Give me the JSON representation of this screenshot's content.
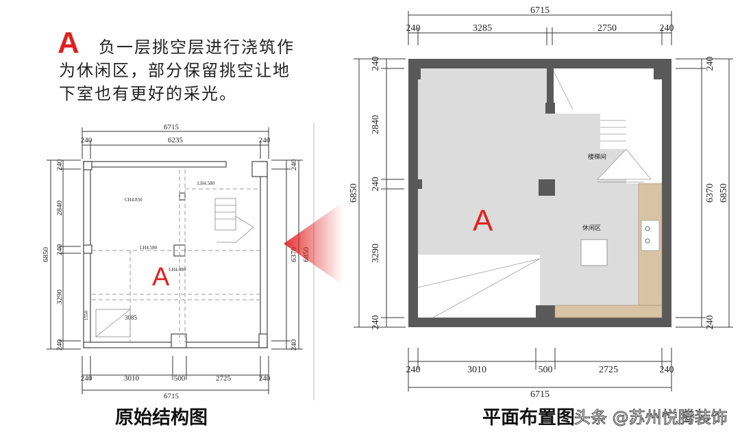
{
  "description": {
    "marker": "A",
    "lines": [
      "负一层挑空层进行浇筑作",
      "为休闲区，部分保留挑空让地",
      "下室也有更好的采光。"
    ]
  },
  "left_plan": {
    "title": "原始结构图",
    "marker": "A",
    "dims_top": [
      "6715",
      "240",
      "6235",
      "240"
    ],
    "dims_bottom": [
      "240",
      "3010",
      "500",
      "2725",
      "240",
      "6715"
    ],
    "dims_left": [
      "6850",
      "240",
      "2840",
      "240",
      "3290",
      "240"
    ],
    "dims_right": [
      "240",
      "6370",
      "6850",
      "240"
    ],
    "level_labels": [
      "LH4.580",
      "CH4.850",
      "LH4.580",
      "LH4.480"
    ],
    "inner_dims": [
      "3085",
      "1550"
    ]
  },
  "right_plan": {
    "title": "平面布置图",
    "marker": "A",
    "dims_top": [
      "6715",
      "240",
      "3285",
      "2750",
      "240"
    ],
    "dims_bottom": [
      "240",
      "3010",
      "500",
      "2725",
      "240",
      "6715"
    ],
    "dims_left": [
      "6850",
      "240",
      "2840",
      "240",
      "3290",
      "240"
    ],
    "dims_right": [
      "240",
      "6370",
      "6850",
      "240"
    ],
    "room_stair": "楼梯间",
    "room_leisure": "休闲区"
  },
  "watermark": "头条 @苏州悦腾装饰",
  "colors": {
    "accent_red": "#e02020",
    "wall": "#595959",
    "floor": "#dcdcdc",
    "wood": "#d8c3a5"
  }
}
